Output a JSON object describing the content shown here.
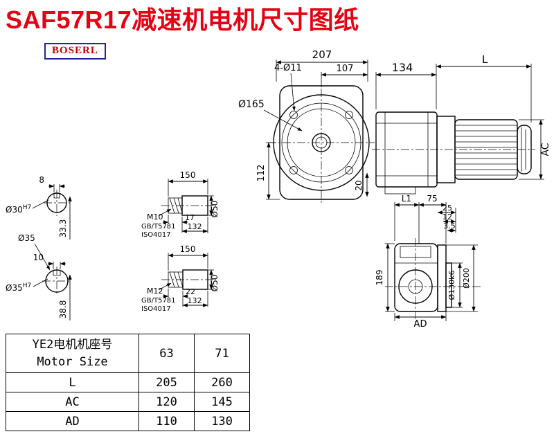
{
  "page": {
    "title": "SAF57R17减速机电机尺寸图纸",
    "brand": "BOSERL"
  },
  "front_view": {
    "d207": "207",
    "d107": "107",
    "holes": "4-Ø11",
    "d165": "Ø165",
    "d112": "112",
    "d20": "20"
  },
  "side_view": {
    "d134": "134",
    "dL": "L",
    "dAC": "AC"
  },
  "shaft_end_1": {
    "key_w": "8",
    "bore": "Ø30",
    "bore_tol": "H7",
    "height": "33.3"
  },
  "shaft_mid": {
    "dia": "Ø35"
  },
  "shaft_end_2": {
    "key_w": "10",
    "bore": "Ø35",
    "bore_tol": "H7",
    "height": "38.8"
  },
  "shaft_detail_1": {
    "len": "150",
    "thread": "M10",
    "std_gb": "GB/T5781",
    "std_iso": "ISO4017",
    "thread_len": "17",
    "body_len": "132",
    "dia": "Ø50"
  },
  "shaft_detail_2": {
    "len": "150",
    "thread": "M12",
    "std_gb": "GB/T5781",
    "std_iso": "ISO4017",
    "thread_len": "22",
    "body_len": "132",
    "dia": "Ø50"
  },
  "output_view": {
    "dL1": "L1",
    "d75": "75",
    "d25": "25",
    "d12": "12",
    "d3_5": "3.5",
    "d189": "189",
    "d130": "Ø130k6",
    "d200": "Ø200",
    "dAD": "AD"
  },
  "table": {
    "header_label_cn": "YE2电机机座号",
    "header_label_en": "Motor Size",
    "sizes": [
      "63",
      "71"
    ],
    "rows": [
      {
        "label": "L",
        "values": [
          "205",
          "260"
        ]
      },
      {
        "label": "AC",
        "values": [
          "120",
          "145"
        ]
      },
      {
        "label": "AD",
        "values": [
          "110",
          "130"
        ]
      }
    ]
  }
}
